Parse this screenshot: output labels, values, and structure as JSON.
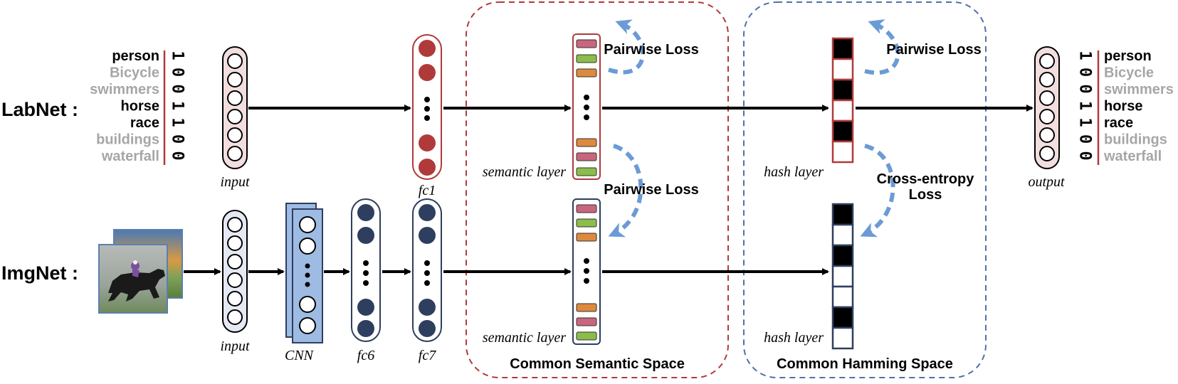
{
  "rows": {
    "labnet_label": "LabNet :",
    "imgnet_label": "ImgNet :"
  },
  "tags": [
    {
      "text": "person",
      "active": true
    },
    {
      "text": "Bicycle",
      "active": false
    },
    {
      "text": "swimmers",
      "active": false
    },
    {
      "text": "horse",
      "active": true
    },
    {
      "text": "race",
      "active": true
    },
    {
      "text": "buildings",
      "active": false
    },
    {
      "text": "waterfall",
      "active": false
    }
  ],
  "bits": [
    "1",
    "0",
    "0",
    "1",
    "1",
    "0",
    "0"
  ],
  "layers": {
    "lab_input": "input",
    "fc1": "fc1",
    "semantic_layer_top": "semantic layer",
    "hash_layer_top": "hash layer",
    "output": "output",
    "img_input": "input",
    "cnn": "CNN",
    "fc6": "fc6",
    "fc7": "fc7",
    "semantic_layer_bottom": "semantic layer",
    "hash_layer_bottom": "hash layer"
  },
  "losses": {
    "pairwise_semantic": "Pairwise Loss",
    "pairwise_hash": "Pairwise Loss",
    "pairwise_cross": "Pairwise Loss",
    "cross_entropy_line1": "Cross-entropy",
    "cross_entropy_line2": "Loss"
  },
  "spaces": {
    "semantic": "Common Semantic Space",
    "hamming": "Common Hamming Space"
  },
  "hash_codes": {
    "top": [
      1,
      0,
      1,
      0,
      1,
      0
    ],
    "bottom": [
      1,
      0,
      1,
      0,
      0,
      1,
      0
    ]
  },
  "colors": {
    "lab_red": "#b03a3a",
    "img_navy": "#2e3e5e",
    "input_fill_lab": "#f2dede",
    "input_fill_img": "#e4e9f4",
    "cnn_blue": "#9dbbe3",
    "arrow_blue": "#6b9bd6",
    "semantic_box": "#b03a3a",
    "hamming_box": "#4e72a8",
    "chip_pink": "#c9667f",
    "chip_green": "#8bbd4a",
    "chip_orange": "#dd8a3e"
  },
  "icons": {
    "photo": "racehorse-photo-icon"
  }
}
